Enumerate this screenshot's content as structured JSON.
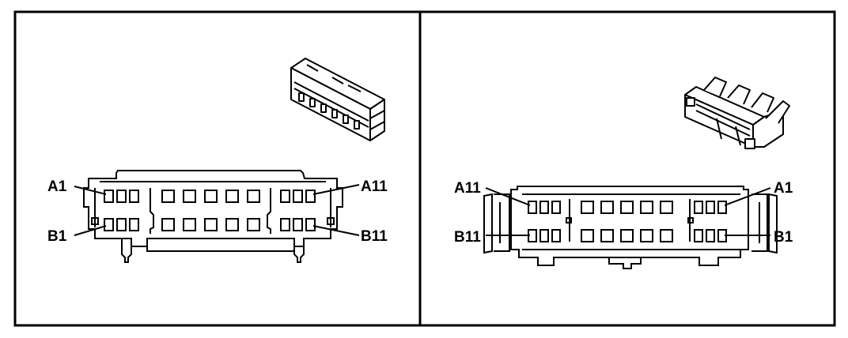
{
  "left_view": {
    "labels": {
      "a_first": "A1",
      "a_last": "A11",
      "b_first": "B1",
      "b_last": "B11"
    }
  },
  "right_view": {
    "labels": {
      "a_first": "A1",
      "a_last": "A11",
      "b_first": "B1",
      "b_last": "B11"
    }
  },
  "colors": {
    "line": "#000000",
    "background": "#ffffff"
  }
}
